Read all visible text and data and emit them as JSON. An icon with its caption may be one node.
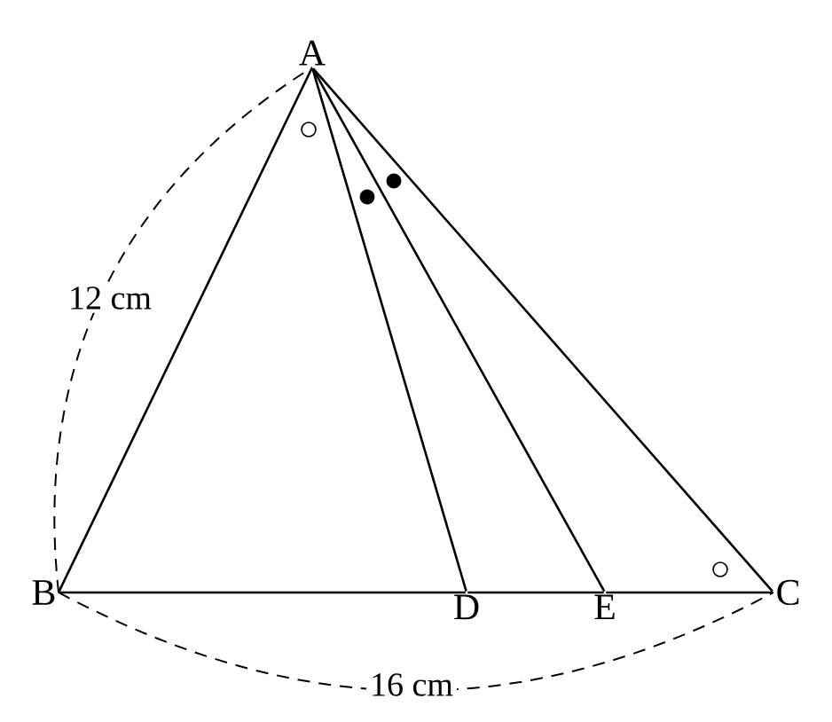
{
  "diagram": {
    "nodes": [
      {
        "text": [
          "A"
        ]
      },
      {
        "text": [
          "B"
        ]
      },
      {
        "text": [
          "C"
        ]
      },
      {
        "text": [
          "D"
        ]
      },
      {
        "text": [
          "E"
        ]
      }
    ],
    "edges": [
      {
        "from": 0,
        "to": 1,
        "arrow": "none"
      },
      {
        "from": 0,
        "to": 3,
        "arrow": "none"
      },
      {
        "from": 0,
        "to": 4,
        "arrow": "none"
      },
      {
        "from": 0,
        "to": 2,
        "arrow": "none"
      },
      {
        "from": 1,
        "to": 3,
        "arrow": "none"
      },
      {
        "from": 3,
        "to": 4,
        "arrow": "none"
      },
      {
        "from": 4,
        "to": 2,
        "arrow": "none"
      }
    ],
    "labels": [
      "12 cm",
      "16 cm"
    ]
  }
}
